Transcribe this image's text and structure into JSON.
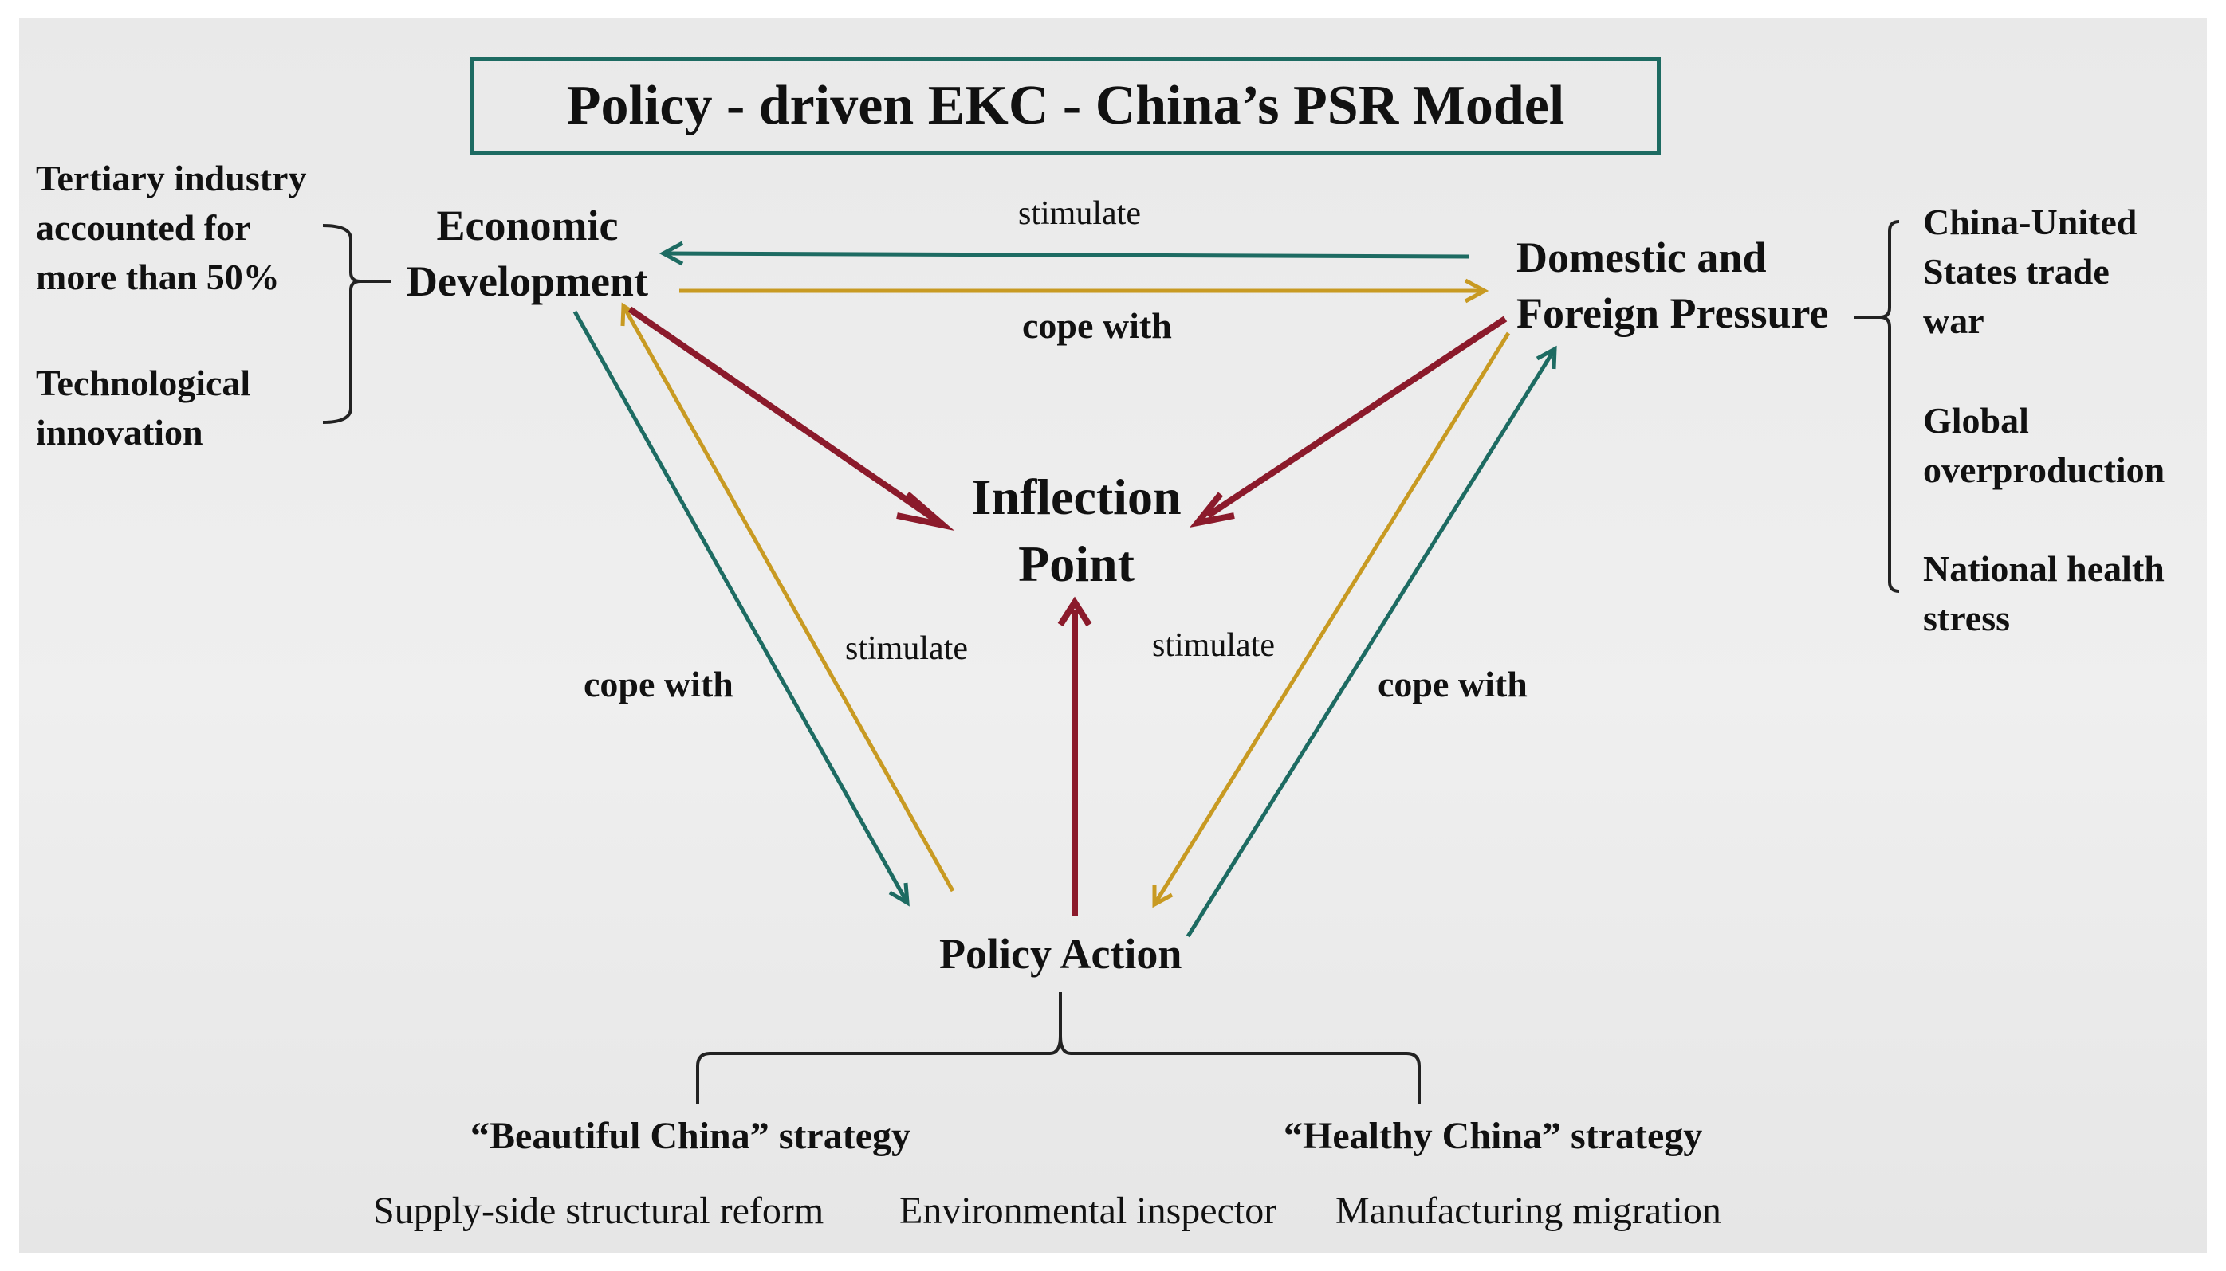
{
  "title": "Policy - driven EKC - China’s PSR Model",
  "colors": {
    "teal": "#1d6b62",
    "gold": "#c89a22",
    "crimson": "#8b1a2b",
    "bracket": "#222222",
    "background": "#ececec"
  },
  "nodes": {
    "economic": [
      "Economic",
      "Development"
    ],
    "pressure": [
      "Domestic and",
      "Foreign Pressure"
    ],
    "inflection": [
      "Inflection",
      "Point"
    ],
    "policy": "Policy Action"
  },
  "edge_labels": {
    "top_stimulate": "stimulate",
    "top_cope": "cope with",
    "left_cope": "cope with",
    "left_stimulate": "stimulate",
    "right_stimulate": "stimulate",
    "right_cope": "cope with"
  },
  "economic_factors": {
    "tertiary": [
      "Tertiary industry",
      "accounted for",
      "more than 50%"
    ],
    "innovation": [
      "Technological",
      "innovation"
    ]
  },
  "pressure_factors": {
    "trade_war": [
      "China-United",
      "States trade",
      "war"
    ],
    "overproduction": [
      "Global",
      "overproduction"
    ],
    "health": [
      "National health",
      "stress"
    ]
  },
  "strategies": {
    "beautiful": "“Beautiful China” strategy",
    "healthy": "“Healthy China” strategy"
  },
  "measures": [
    "Supply-side structural reform",
    "Environmental inspector",
    "Manufacturing migration"
  ]
}
